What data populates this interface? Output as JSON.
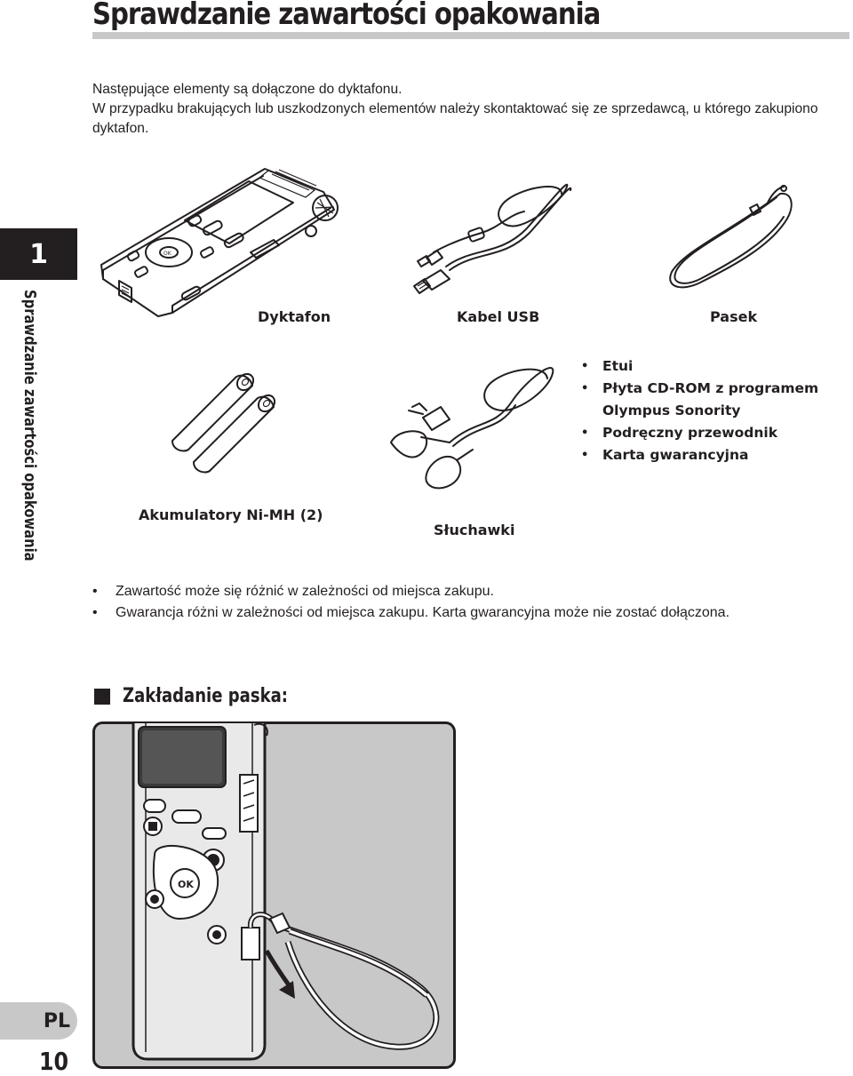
{
  "header": {
    "title": "Sprawdzanie zawartości opakowania"
  },
  "intro": {
    "line1": "Następujące elementy są dołączone do dyktafonu.",
    "line2": "W przypadku brakujących lub uszkodzonych elementów należy skontaktować się ze sprzedawcą, u którego zakupiono dyktafon."
  },
  "sidebar": {
    "chapter_number": "1",
    "chapter_title": "Sprawdzanie zawartości opakowania"
  },
  "items": {
    "recorder": "Dyktafon",
    "usb_cable": "Kabel USB",
    "strap": "Pasek",
    "batteries": "Akumulatory Ni-MH (2)",
    "earphones": "Słuchawki"
  },
  "extras": [
    "Etui",
    "Płyta CD-ROM z programem Olympus Sonority",
    "Podręczny przewodnik",
    "Karta gwarancyjna"
  ],
  "notes": [
    "Zawartość może się różnić w zależności od miejsca zakupu.",
    "Gwarancja różni w zależności od miejsca zakupu. Karta gwarancyjna może nie zostać dołączona."
  ],
  "section": {
    "title": "Zakładanie paska:"
  },
  "illustration": {
    "ok_label": "OK"
  },
  "footer": {
    "language": "PL",
    "page_number": "10"
  }
}
